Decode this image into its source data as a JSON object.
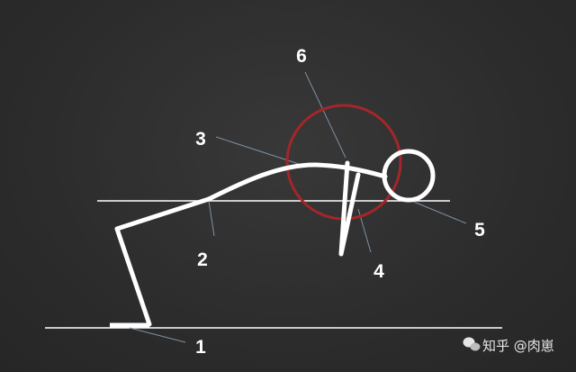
{
  "labels": {
    "l1": "1",
    "l2": "2",
    "l3": "3",
    "l4": "4",
    "l5": "5",
    "l6": "6"
  },
  "watermark": {
    "text": "知乎 @肉崽"
  },
  "colors": {
    "background": "#2e2e2e",
    "figure": "#ffffff",
    "leader": "#7f8fa3",
    "highlight_circle": "#a3262a"
  }
}
